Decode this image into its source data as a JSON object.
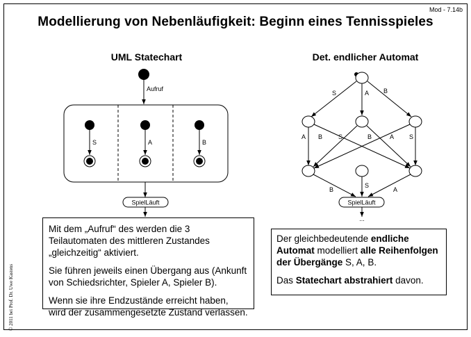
{
  "slide": {
    "id": "Mod - 7.14b",
    "title": "Modellierung von Nebenläufigkeit: Beginn eines Tennisspieles",
    "copyright": "© 2011 bei Prof. Dr. Uwe Kastens"
  },
  "left": {
    "heading": "UML Statechart",
    "labels": {
      "call": "Aufruf",
      "region1": "S",
      "region2": "A",
      "region3": "B",
      "running": "SpielLäuft",
      "continued": "..."
    },
    "text": {
      "p1": "Mit dem „Aufruf“ des werden die 3 Teilautomaten des mittleren Zustandes „gleichzeitig“ aktiviert.",
      "p2": "Sie führen jeweils einen Übergang aus (Ankunft von Schiedsrichter, Spieler A, Spieler B).",
      "p3": "Wenn sie ihre Endzustände erreicht haben, wird der zusammengesetzte Zustand verlassen."
    }
  },
  "right": {
    "heading": "Det. endlicher Automat",
    "labels": {
      "top_s": "S",
      "top_a": "A",
      "top_b": "B",
      "mid_a1": "A",
      "mid_b1": "B",
      "mid_s2": "S",
      "mid_b2": "B",
      "mid_a3": "A",
      "mid_s3": "S",
      "low_b": "B",
      "low_s": "S",
      "low_a": "A",
      "running": "SpielLäuft",
      "continued": "..."
    },
    "text": {
      "t1": "Der gleichbedeutende",
      "t2": "endliche Automat",
      "t3": "modelliert",
      "t4": "alle Reihenfolgen der Übergänge",
      "t5": "S, A, B.",
      "t6": "Das",
      "t7": "Statechart abstrahiert",
      "t8": "davon."
    }
  }
}
